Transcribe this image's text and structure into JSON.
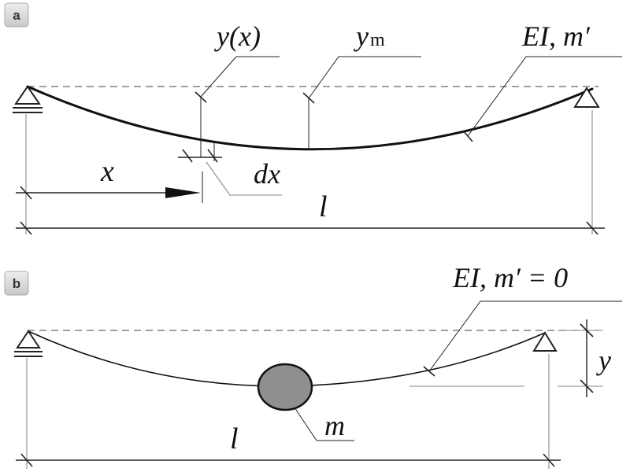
{
  "panel_a": {
    "badge": "a",
    "label_deflection": "y(x)",
    "label_max_base": "y",
    "label_max_sub": "m",
    "label_props": "EI, m′",
    "label_x": "x",
    "label_dx": "dx",
    "label_length": "l"
  },
  "panel_b": {
    "badge": "b",
    "label_props": "EI, m′ = 0",
    "label_y": "y",
    "label_mass": "m",
    "label_length": "l"
  },
  "colors": {
    "mass_fill": "#8f8f8f",
    "badge_fill": "#d9d9d9"
  }
}
